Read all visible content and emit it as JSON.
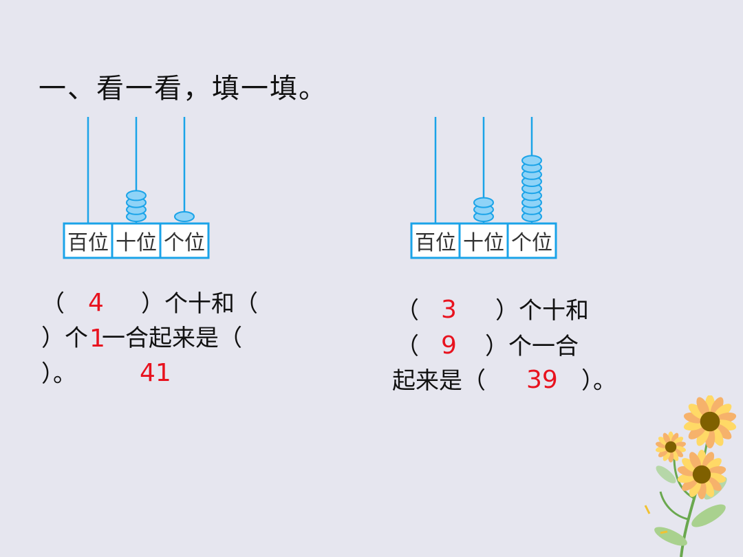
{
  "title": "一、看一看，填一填。",
  "abacus_labels": [
    "百位",
    "十位",
    "个位"
  ],
  "left_problem": {
    "beads": {
      "hundreds": 0,
      "tens": 4,
      "ones": 1
    },
    "line1": "（",
    "line1b": "）个十和（",
    "line2a": "）个",
    "line2b": "一合起来是（",
    "line3": "）。",
    "answer_tens": "4",
    "answer_ones": "1",
    "answer_total": "41"
  },
  "right_problem": {
    "beads": {
      "hundreds": 0,
      "tens": 3,
      "ones": 9
    },
    "line1a": "（",
    "line1b": "）个十和",
    "line2a": "（",
    "line2b": "）个一合",
    "line3a": "起来是（",
    "line3b": "）。",
    "answer_tens": "3",
    "answer_ones": "9",
    "answer_total": "39"
  },
  "colors": {
    "background": "#e6e6ef",
    "abacus": "#1aa3e8",
    "bead_fill": "#8fd3f7",
    "answer": "#e8121e"
  }
}
